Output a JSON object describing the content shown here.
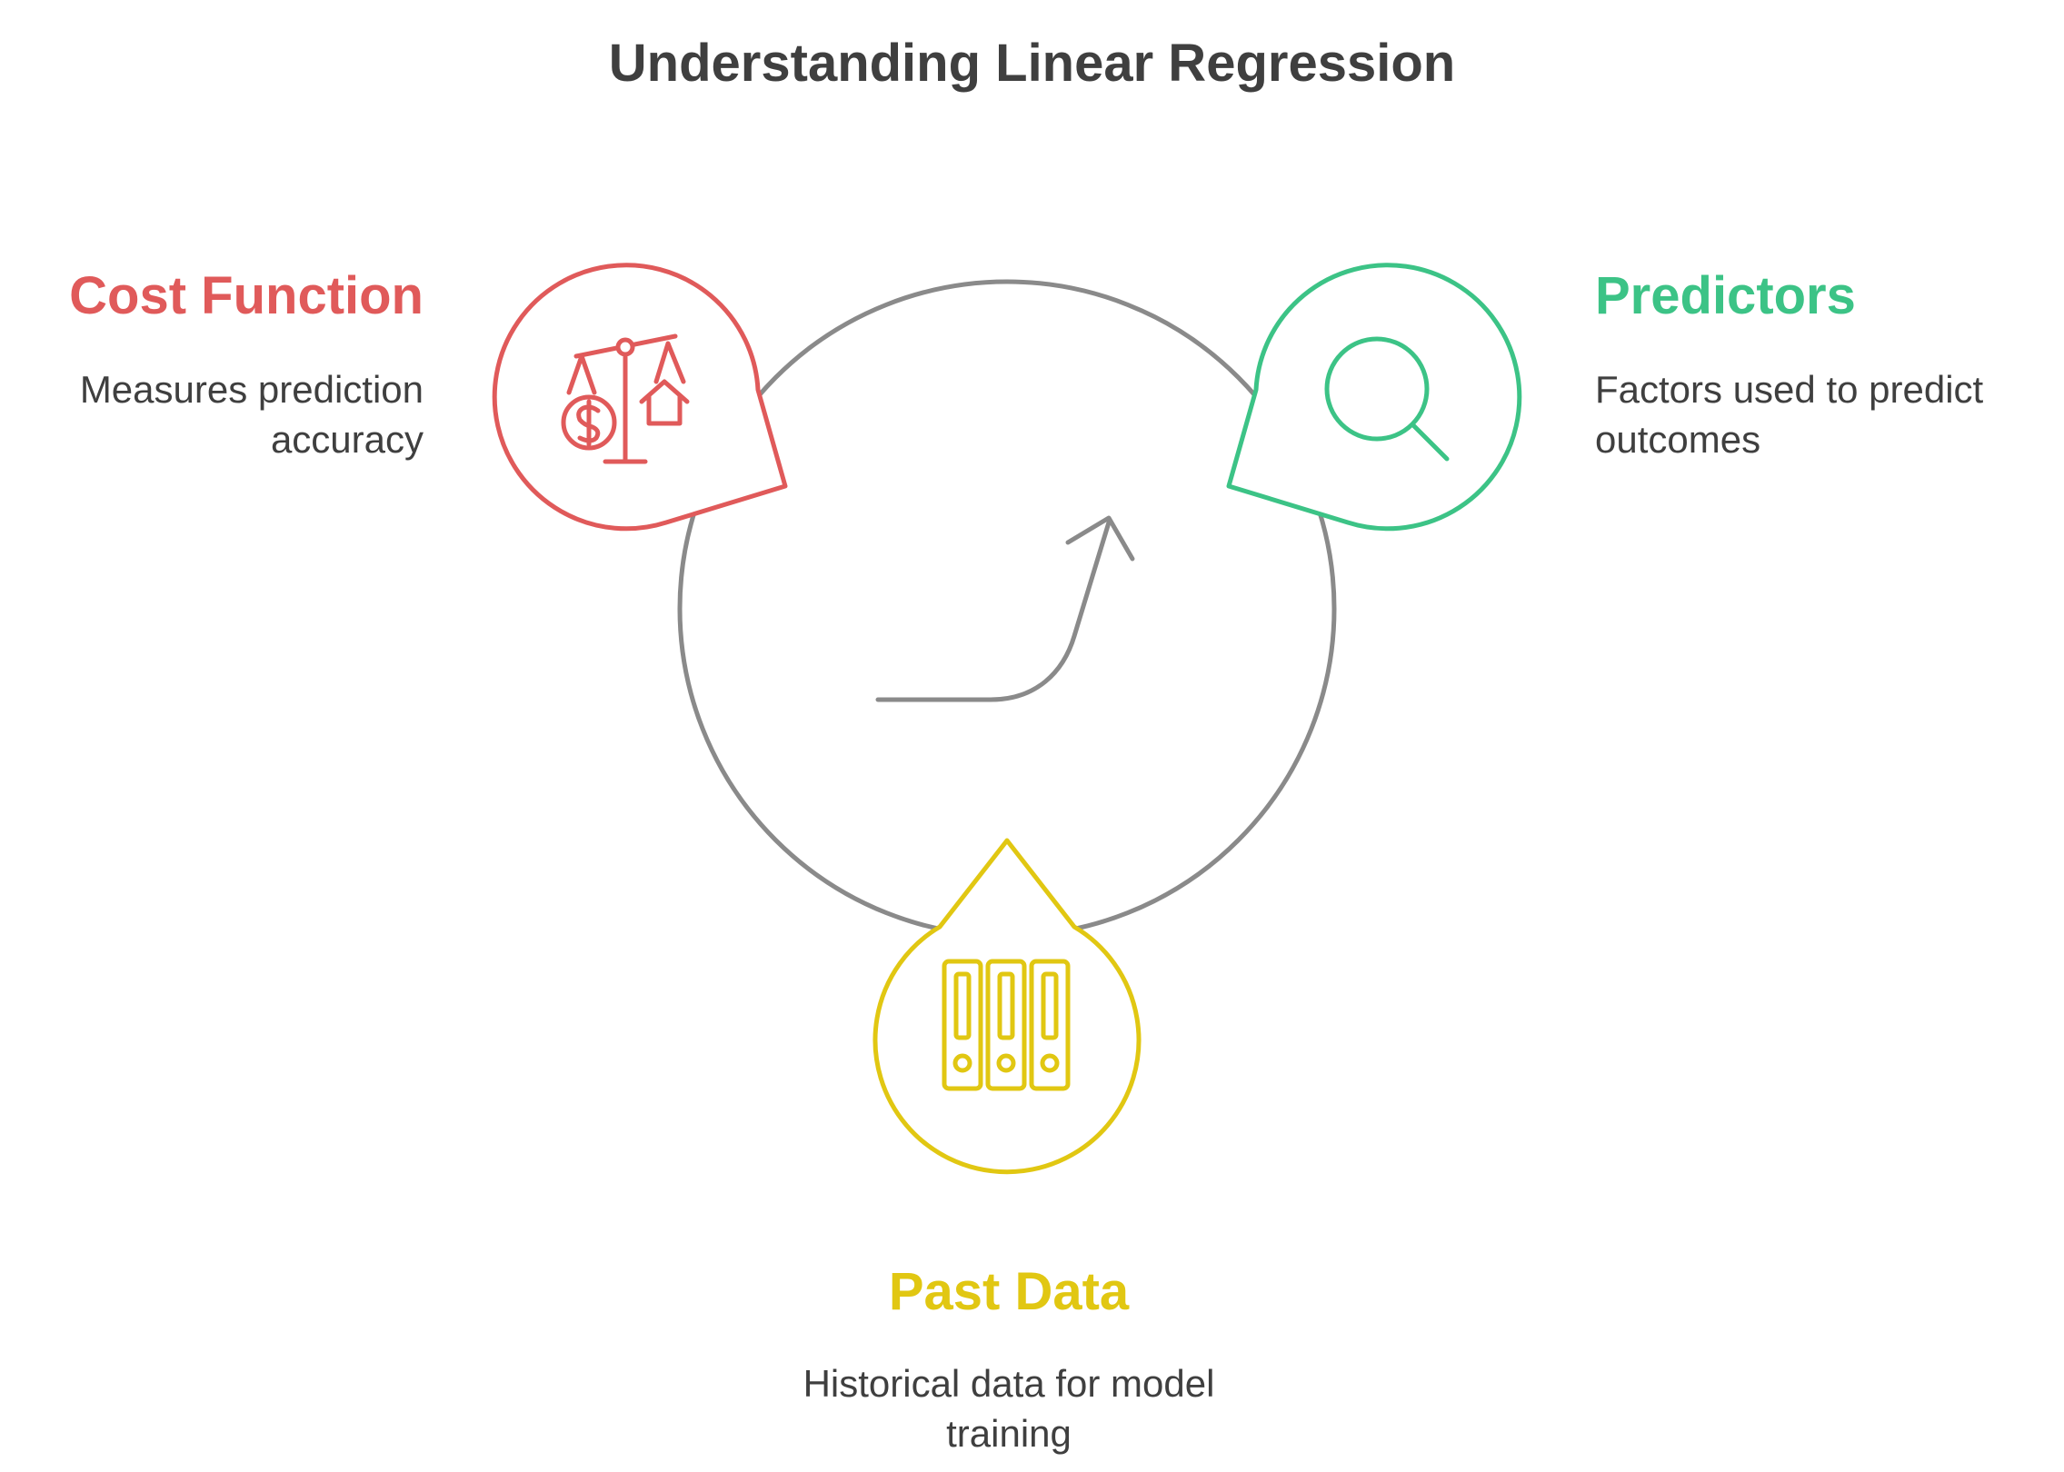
{
  "title": "Understanding Linear Regression",
  "colors": {
    "cost": "#e05a5a",
    "predictors": "#3cc386",
    "past_data": "#e1c712",
    "cycle": "#8a8a8a",
    "text": "#3f3f3f"
  },
  "nodes": {
    "cost_function": {
      "heading": "Cost Function",
      "description": "Measures prediction accuracy",
      "icon": "balance-scale-icon"
    },
    "predictors": {
      "heading": "Predictors",
      "description": "Factors used to predict outcomes",
      "icon": "magnifying-glass-icon"
    },
    "past_data": {
      "heading": "Past Data",
      "description": "Historical data for model training",
      "icon": "binders-icon"
    }
  }
}
